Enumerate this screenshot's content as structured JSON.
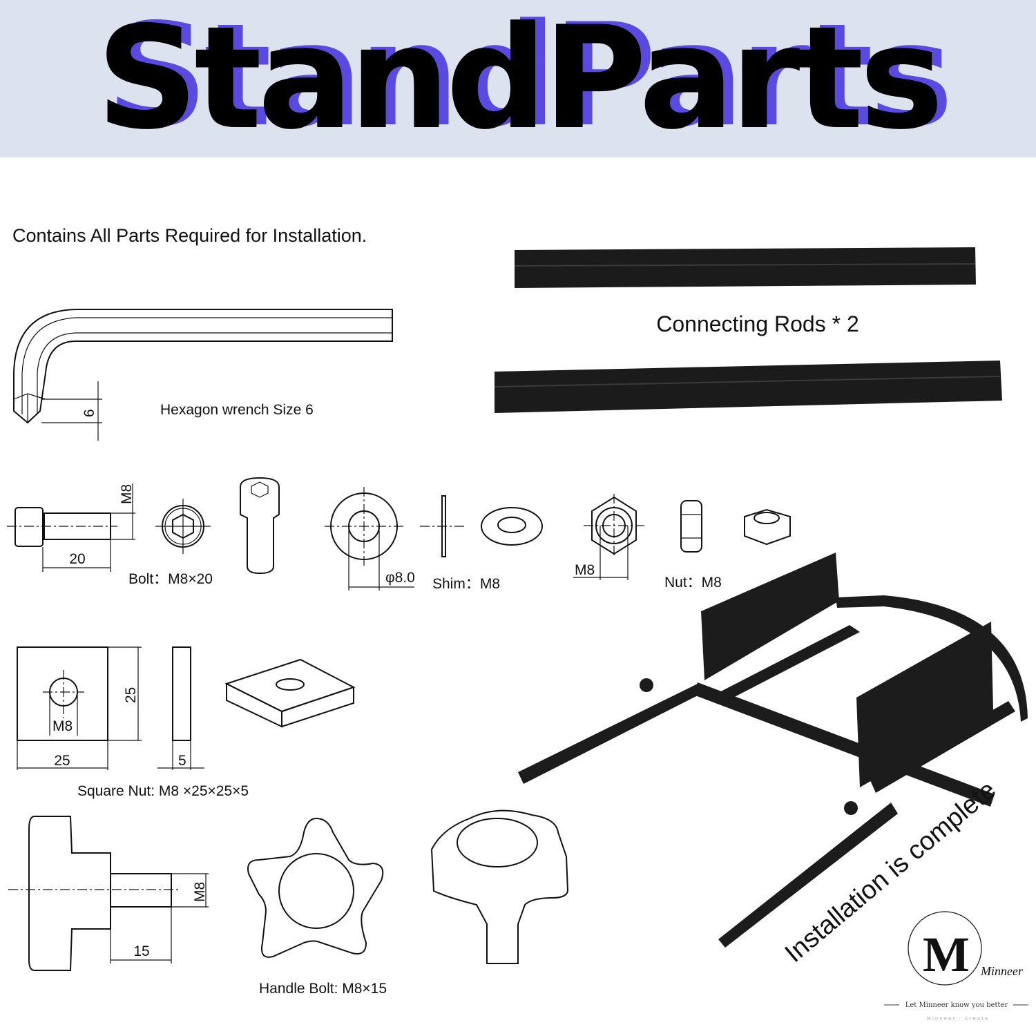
{
  "header": {
    "title": "StandParts"
  },
  "subtitle": "Contains All Parts Required for Installation.",
  "wrench": {
    "label": "Hexagon wrench  Size 6",
    "dim": "6"
  },
  "rods": {
    "label": "Connecting Rods * 2"
  },
  "bolt": {
    "length": "20",
    "thread": "M8",
    "label": "Bolt：M8×20"
  },
  "shim": {
    "diameter": "φ8.0",
    "label": "Shim：M8"
  },
  "nut": {
    "size": "M8",
    "label": "Nut：M8"
  },
  "square_nut": {
    "height": "25",
    "width": "25",
    "hole": "M8",
    "thickness": "5",
    "label": "Square Nut:  M8 ×25×25×5"
  },
  "handle_bolt": {
    "length": "15",
    "thread": "M8",
    "label": "Handle Bolt: M8×15"
  },
  "stand": {
    "caption": "Installation is complete"
  },
  "logo": {
    "brand": "Minneer",
    "tagline": "Let Minneer know you better",
    "sub": "Minneer · Create"
  },
  "colors": {
    "header_bg": "#dce3ee",
    "title_shadow": "#5b4ae0",
    "title": "#000000"
  }
}
